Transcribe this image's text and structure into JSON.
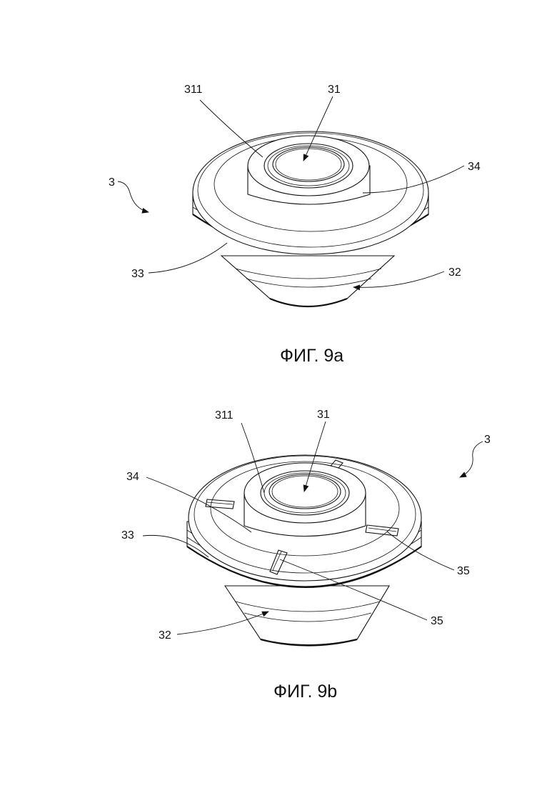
{
  "figures": [
    {
      "caption": "ФИГ. 9a",
      "labels": {
        "ref_311": "311",
        "ref_31": "31",
        "ref_34": "34",
        "ref_3": "3",
        "ref_33": "33",
        "ref_32": "32"
      }
    },
    {
      "caption": "ФИГ. 9b",
      "labels": {
        "ref_311": "311",
        "ref_31": "31",
        "ref_3": "3",
        "ref_34": "34",
        "ref_33": "33",
        "ref_35a": "35",
        "ref_35b": "35",
        "ref_32": "32"
      }
    }
  ]
}
